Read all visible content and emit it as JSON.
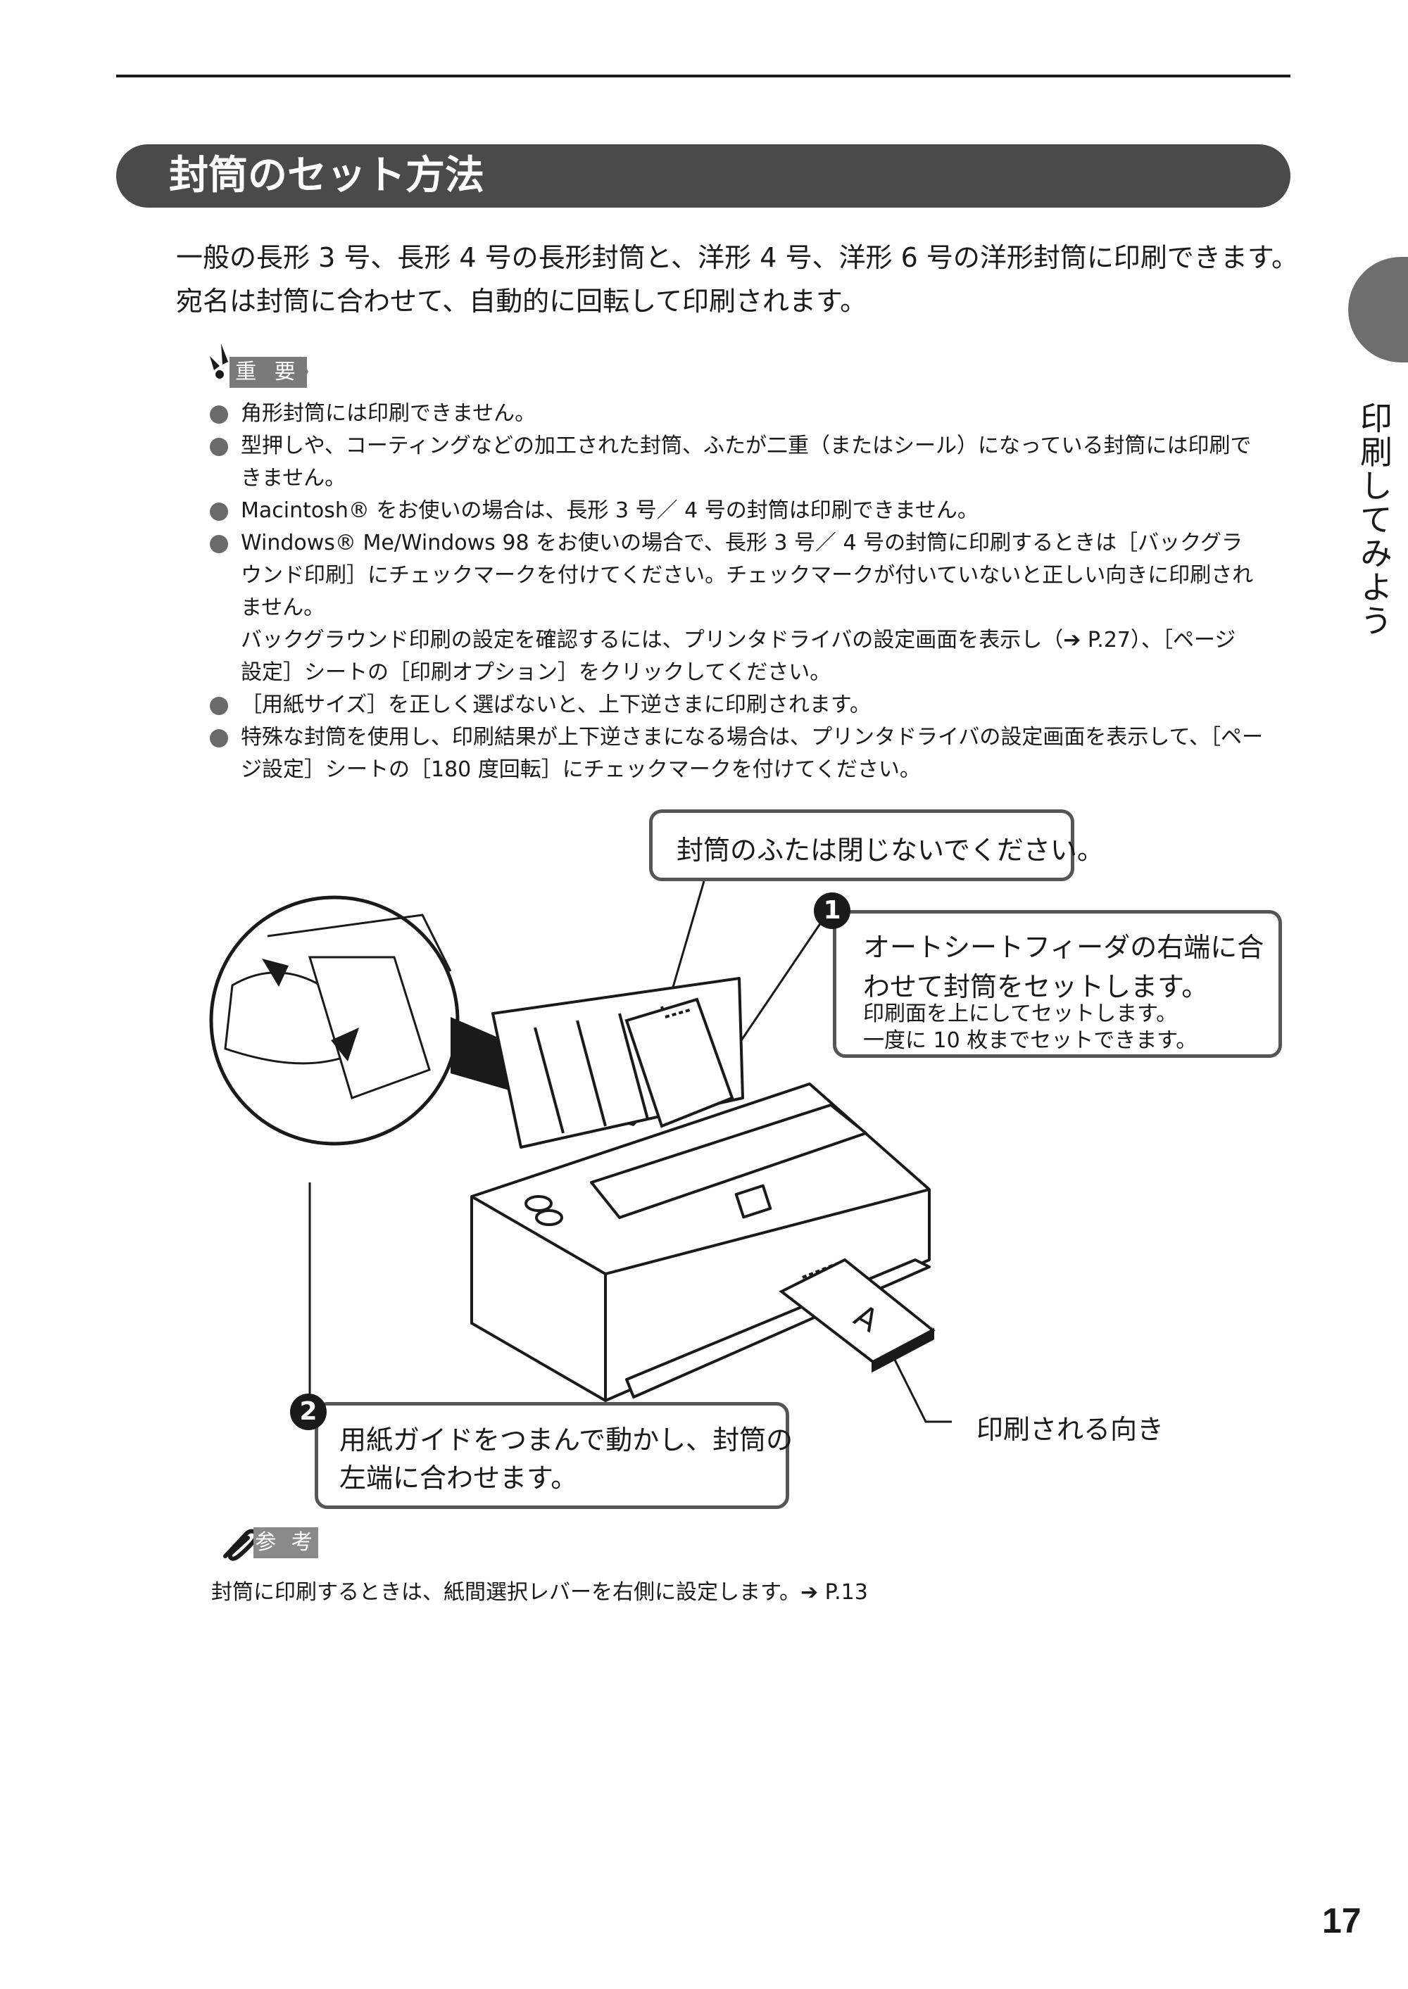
{
  "section_title": "封筒のセット方法",
  "intro_lines": [
    "一般の長形 3 号、長形 4 号の長形封筒と、洋形 4 号、洋形 6 号の洋形封筒に印刷できます。",
    "宛名は封筒に合わせて、自動的に回転して印刷されます。"
  ],
  "side_tab_label": "印刷してみよう",
  "important_label": "重 要",
  "notes": [
    [
      "角形封筒には印刷できません。"
    ],
    [
      "型押しや、コーティングなどの加工された封筒、ふたが二重（またはシール）になっている封筒には印刷で",
      "きません。"
    ],
    [
      "Macintosh® をお使いの場合は、長形 3 号／ 4 号の封筒は印刷できません。"
    ],
    [
      "Windows® Me/Windows 98 をお使いの場合で、長形 3 号／ 4 号の封筒に印刷するときは［バックグラ",
      "ウンド印刷］にチェックマークを付けてください。チェックマークが付いていないと正しい向きに印刷され",
      "ません。",
      "バックグラウンド印刷の設定を確認するには、プリンタドライバの設定画面を表示し（➔ P.27）、［ページ",
      "設定］シートの［印刷オプション］をクリックしてください。"
    ],
    [
      "［用紙サイズ］を正しく選ばないと、上下逆さまに印刷されます。"
    ],
    [
      "特殊な封筒を使用し、印刷結果が上下逆さまになる場合は、プリンタドライバの設定画面を表示して、［ペー",
      "ジ設定］シートの［180 度回転］にチェックマークを付けてください。"
    ]
  ],
  "callouts": {
    "flap_note": "封筒のふたは閉じないでください。",
    "step1_number": "1",
    "step1_title_lines": [
      "オートシートフィーダの右端に合",
      "わせて封筒をセットします。"
    ],
    "step1_sub_lines": [
      "印刷面を上にしてセットします。",
      "一度に 10 枚までセットできます。"
    ],
    "step2_number": "2",
    "step2_lines": [
      "用紙ガイドをつまんで動かし、封筒の",
      "左端に合わせます。"
    ],
    "orientation_label": "印刷される向き",
    "envelope_letter": "A"
  },
  "reference_label": "参 考",
  "reference_text": "封筒に印刷するときは、紙間選択レバーを右側に設定します。➔ P.13",
  "page_number": "17"
}
